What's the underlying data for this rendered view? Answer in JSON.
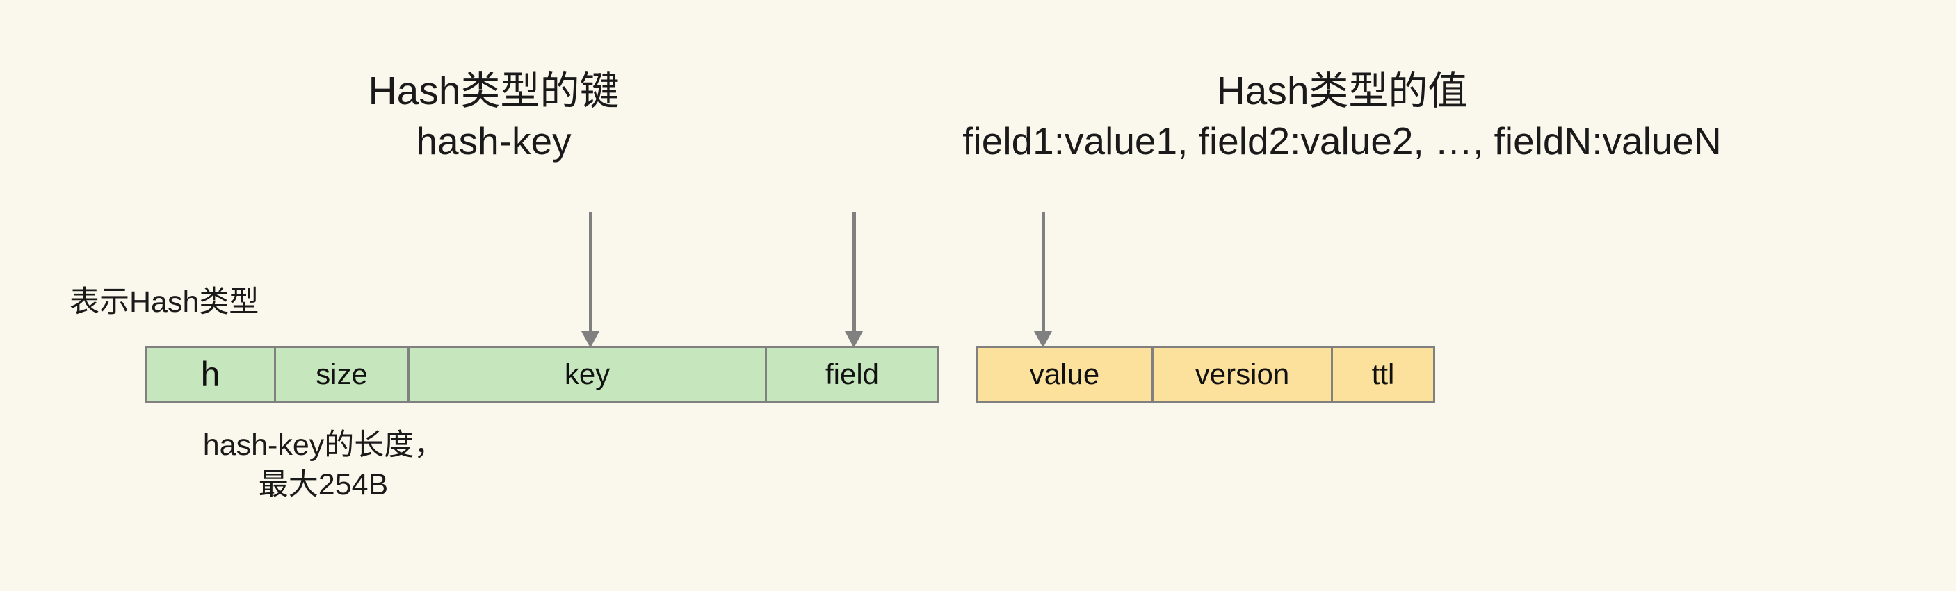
{
  "page": {
    "background_color": "#faf8ec",
    "text_color": "#1a1a1a",
    "border_color": "#808080"
  },
  "headers": {
    "key_side": {
      "title": "Hash类型的键",
      "example": "hash-key"
    },
    "value_side": {
      "title": "Hash类型的值",
      "example": "field1:value1, field2:value2, …, fieldN:valueN"
    }
  },
  "captions": {
    "type_marker": "表示Hash类型",
    "length_note_line1": "hash-key的长度，",
    "length_note_line2": "最大254B"
  },
  "key_row": {
    "fill_color": "#c6e6bd",
    "cells": [
      {
        "label": "h"
      },
      {
        "label": "size"
      },
      {
        "label": "key"
      },
      {
        "label": "field"
      }
    ]
  },
  "value_row": {
    "fill_color": "#fbe19b",
    "cells": [
      {
        "label": "value"
      },
      {
        "label": "version"
      },
      {
        "label": "ttl"
      }
    ]
  },
  "arrows": [
    {
      "name": "arrow-to-key",
      "points_to": "key"
    },
    {
      "name": "arrow-to-field",
      "points_to": "field"
    },
    {
      "name": "arrow-to-value",
      "points_to": "value"
    }
  ]
}
